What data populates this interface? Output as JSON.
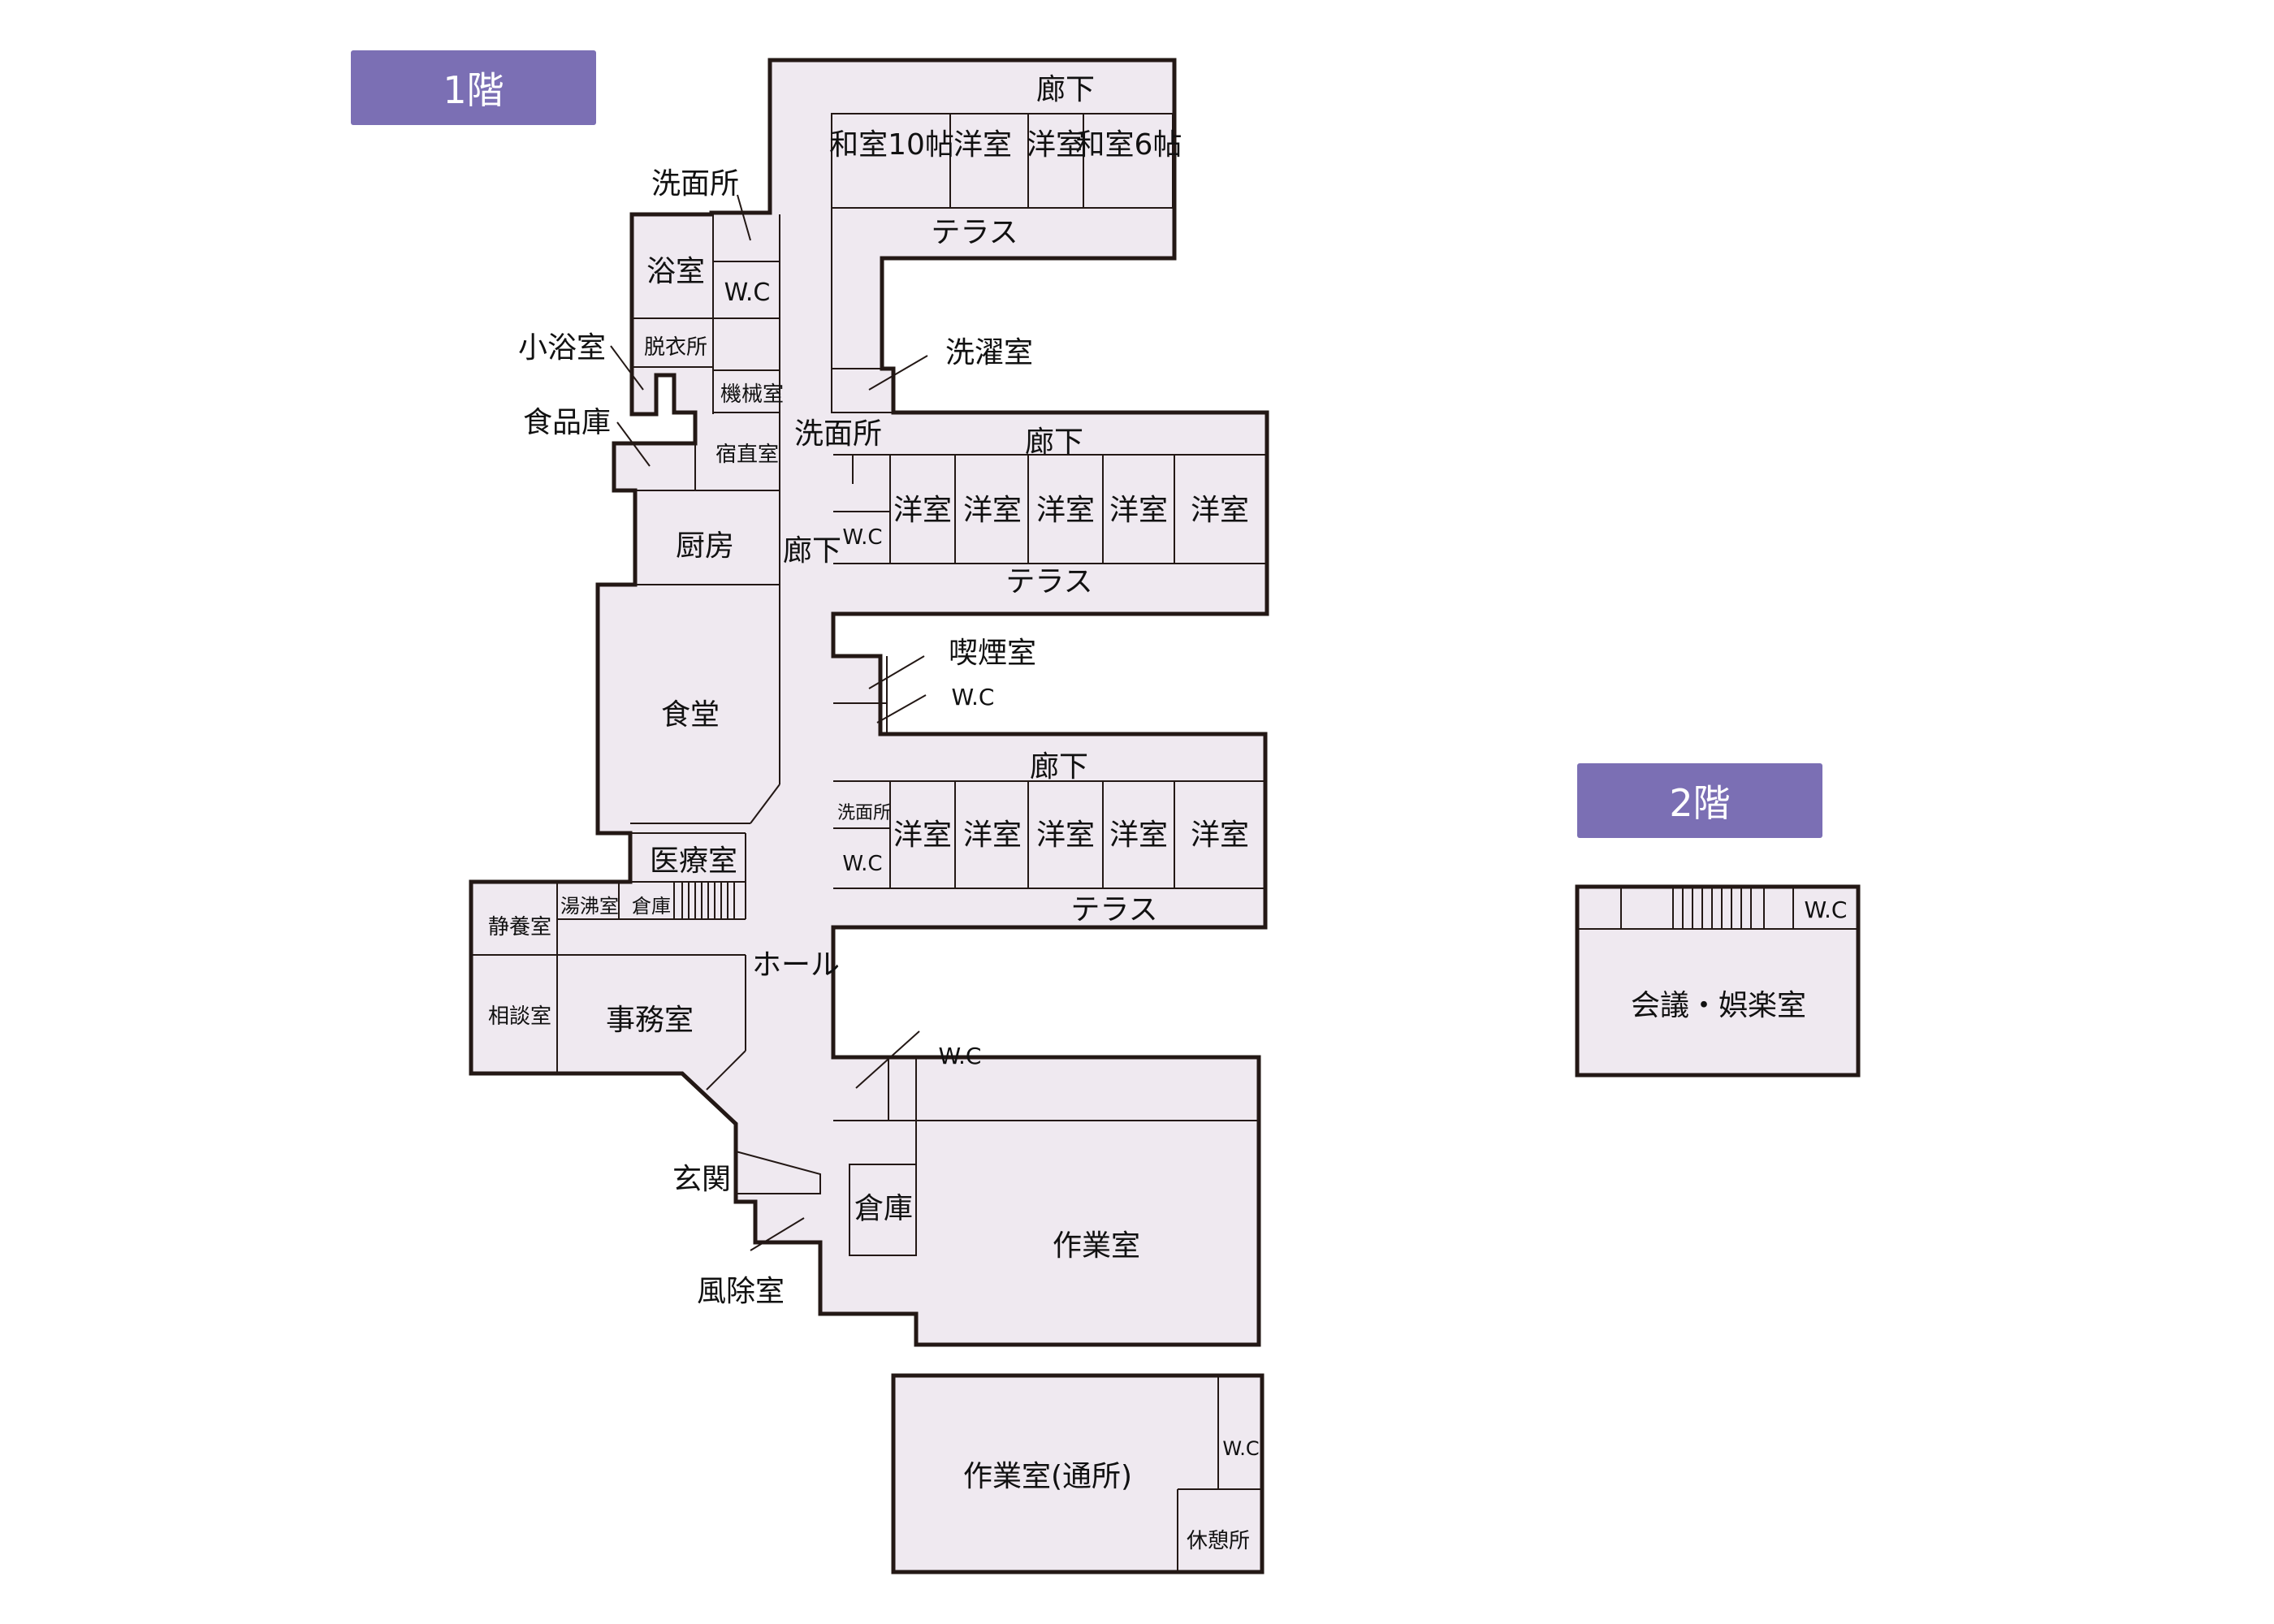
{
  "floors": {
    "floor1": {
      "label": "1階"
    },
    "floor2": {
      "label": "2階"
    }
  },
  "rooms": {
    "corridor": "廊下",
    "washroom": "洗面所",
    "bath": "浴室",
    "wc": "W.C",
    "small_bath": "小浴室",
    "dressing": "脱衣所",
    "machine": "機械室",
    "pantry": "食品庫",
    "night_duty": "宿直室",
    "kitchen": "厨房",
    "dining": "食堂",
    "medical": "医療室",
    "hot_water": "湯沸室",
    "storage": "倉庫",
    "rest_room": "静養室",
    "consult": "相談室",
    "office": "事務室",
    "hall_v": "ホール",
    "entrance": "玄関",
    "windbreak": "風除室",
    "laundry": "洗濯室",
    "smoking": "喫煙室",
    "terrace": "テラス",
    "western_v": "洋室",
    "japanese_10": "和室10帖",
    "japanese_6": "和室6帖",
    "workshop": "作業室",
    "workshop_day": "作業室(通所)",
    "lounge": "休憩所",
    "meeting": "会議・娯楽室",
    "storage_v": "倉庫",
    "corridor_v": "廊下"
  },
  "colors": {
    "room_fill": "#efe9f0",
    "wall": "#231815",
    "badge": "#7b6fb4",
    "badge_text": "#ffffff"
  }
}
